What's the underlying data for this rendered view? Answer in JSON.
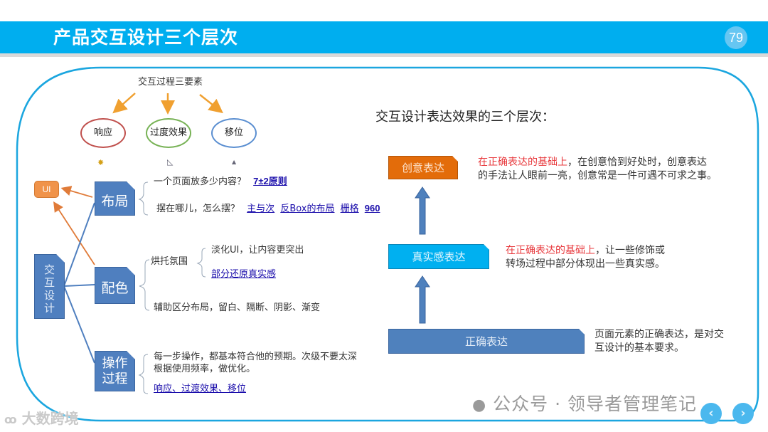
{
  "header": {
    "title": "产品交互设计三个层次",
    "page_number": "79"
  },
  "left_diagram": {
    "elements_title": "交互过程三要素",
    "elements": [
      {
        "label": "响应",
        "color": "#c0504d"
      },
      {
        "label": "过度效果",
        "color": "#77b255"
      },
      {
        "label": "移位",
        "color": "#5b8fd1"
      }
    ],
    "ui_label": "UI",
    "root_label": [
      "交",
      "互",
      "设",
      "计"
    ],
    "branches": {
      "layout": {
        "label": "布局",
        "line1_text": "一个页面放多少内容？",
        "line1_link": "7±2原则",
        "line2_text": "摆在哪儿，怎么摆？",
        "line2_links": [
          "主与次",
          "反Box的布局",
          "栅格",
          "960"
        ]
      },
      "color": {
        "label": "配色",
        "sub_label": "烘托氛围",
        "sub_item1": "淡化UI，让内容更突出",
        "sub_item2_link": "部分还原真实感",
        "line2_text": "辅助区分布局，留白、隔断、阴影、渐变"
      },
      "process": {
        "label_line1": "操作",
        "label_line2": "过程",
        "text_line1": "每一步操作，都基本符合他的预期。次级不要太深",
        "text_line2": "根据使用频率，做优化。",
        "link": "响应、过渡效果、移位"
      }
    }
  },
  "right_diagram": {
    "title": "交互设计表达效果的三个层次：",
    "levels": [
      {
        "label": "创意表达",
        "color": "#e36c0a",
        "desc_highlight": "在正确表达的基础上",
        "desc_line1_rest": "，在创意恰到好处时，创意表达",
        "desc_line2": "的手法让人眼前一亮，创意常是一件可遇不可求之事。"
      },
      {
        "label": "真实感表达",
        "color": "#00b0f0",
        "desc_highlight": "在正确表达的基础上",
        "desc_line1_rest": "，让一些修饰或",
        "desc_line2": "转场过程中部分体现出一些真实感。"
      },
      {
        "label": "正确表达",
        "color": "#4f81bd",
        "desc_line1": "页面元素的正确表达，是对交",
        "desc_line2": "互设计的基本要求。"
      }
    ]
  },
  "watermarks": {
    "wechat": "公众号 · 领导者管理笔记",
    "brand": "大数跨境"
  },
  "nav": {
    "prev_icon": "‹",
    "next_icon": "›"
  }
}
